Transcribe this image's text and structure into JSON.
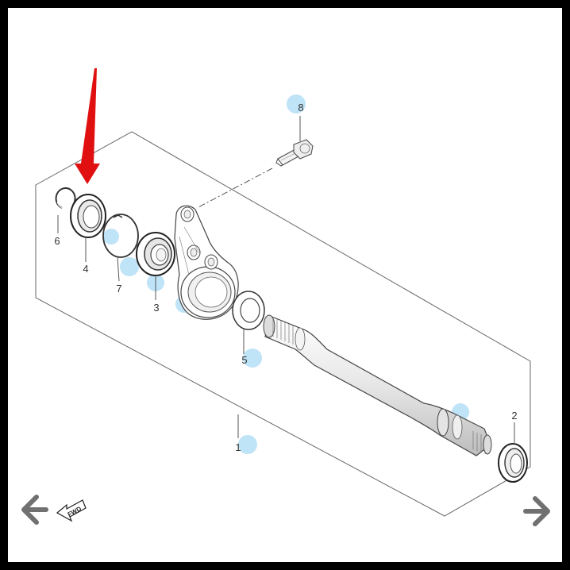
{
  "diagram": {
    "parts": [
      {
        "id": "1",
        "label": "1"
      },
      {
        "id": "2",
        "label": "2"
      },
      {
        "id": "3",
        "label": "3"
      },
      {
        "id": "4",
        "label": "4"
      },
      {
        "id": "5",
        "label": "5"
      },
      {
        "id": "6",
        "label": "6"
      },
      {
        "id": "7",
        "label": "7"
      },
      {
        "id": "8",
        "label": "8"
      }
    ],
    "fwd_label": "FWD",
    "highlight_color": "#bfe3f7",
    "arrow_color": "#e01010",
    "line_color": "#555555"
  },
  "nav": {
    "prev_icon": "chevron-left-icon",
    "next_icon": "chevron-right-icon"
  }
}
